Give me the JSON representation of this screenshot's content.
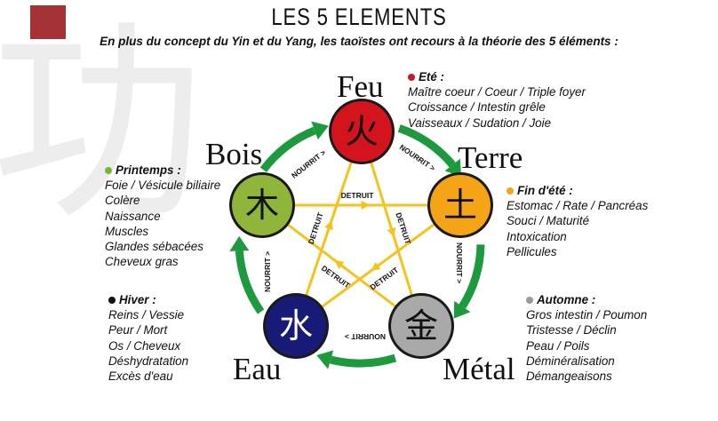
{
  "title": "LES 5 ELEMENTS",
  "subtitle": "En plus du concept du Yin et du Yang, les taoïstes ont recours à la théorie des 5 éléments :",
  "watermark_glyph": "功",
  "elements": [
    {
      "key": "feu",
      "name": "Feu",
      "glyph": "火",
      "color": "#d4141c"
    },
    {
      "key": "terre",
      "name": "Terre",
      "glyph": "土",
      "color": "#f6a417"
    },
    {
      "key": "metal",
      "name": "Métal",
      "glyph": "金",
      "color": "#a9a9a9"
    },
    {
      "key": "eau",
      "name": "Eau",
      "glyph": "水",
      "color": "#181a78"
    },
    {
      "key": "bois",
      "name": "Bois",
      "glyph": "木",
      "color": "#8fb63a"
    }
  ],
  "relations": {
    "nourrit": "NOURRIT >",
    "detruit": "DETRUIT",
    "nourrit_color": "#1e9a3e",
    "detruit_color": "#f6c21c"
  },
  "seasons": {
    "ete": {
      "title": "Eté :",
      "dot_color": "#c8182a",
      "lines": [
        "Maître coeur / Coeur / Triple foyer",
        "Croissance / Intestin grêle",
        "Vaisseaux / Sudation / Joie"
      ]
    },
    "printemps": {
      "title": "Printemps :",
      "dot_color": "#77b53a",
      "lines": [
        "Foie / Vésicule biliaire",
        "Colère",
        "Naissance",
        "Muscles",
        "Glandes sébacées",
        "Cheveux gras"
      ]
    },
    "fin_ete": {
      "title": "Fin d'été :",
      "dot_color": "#f6a417",
      "lines": [
        "Estomac / Rate / Pancréas",
        "Souci / Maturité",
        "Intoxication",
        "Pellicules"
      ]
    },
    "hiver": {
      "title": "Hiver :",
      "dot_color": "#111111",
      "lines": [
        "Reins / Vessie",
        "Peur / Mort",
        "Os / Cheveux",
        "Déshydratation",
        "Excès d'eau"
      ]
    },
    "automne": {
      "title": "Automne :",
      "dot_color": "#9a9a9a",
      "lines": [
        "Gros intestin / Poumon",
        "Tristesse / Déclin",
        "Peau / Poils",
        "Déminéralisation",
        "Démangeaisons"
      ]
    }
  }
}
